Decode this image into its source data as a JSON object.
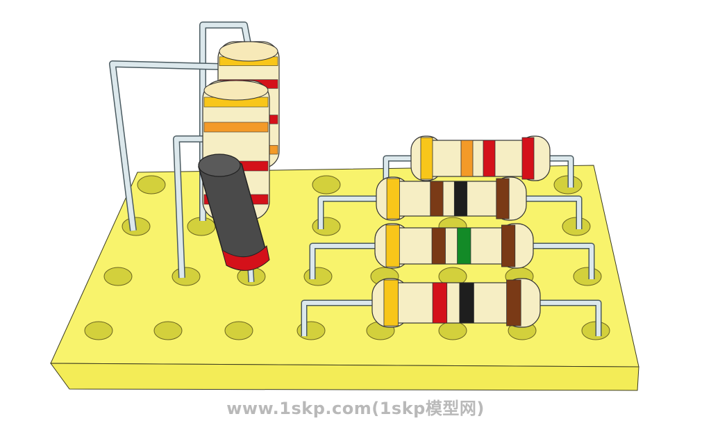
{
  "scene": {
    "board_color": "#f8f36c",
    "board_front_color": "#f3ec57",
    "board_side_color": "#efe34c",
    "hole_color": "#d3d03c",
    "lead_color": "#dce8ec",
    "body_color": "#f6eec4",
    "capacitor_color": "#4a4a4a",
    "capacitor_band": "#d4111a"
  },
  "resistors": [
    {
      "name": "top-horizontal",
      "bands": [
        "#f8c61a",
        "#f39a28",
        "#d4111a",
        "#d4111a"
      ]
    },
    {
      "name": "row-1",
      "bands": [
        "#f8c61a",
        "#7a3a16",
        "#1e1e1e",
        "#7a3a16"
      ]
    },
    {
      "name": "row-2",
      "bands": [
        "#f8c61a",
        "#7a3a16",
        "#138a27",
        "#7a3a16"
      ]
    },
    {
      "name": "row-3",
      "bands": [
        "#f8c61a",
        "#d4111a",
        "#1e1e1e",
        "#7a3a16"
      ]
    },
    {
      "name": "vertical-back",
      "bands": [
        "#f8c61a",
        "#d4111a",
        "#d4111a",
        "#f39a28"
      ]
    },
    {
      "name": "vertical-front",
      "bands": [
        "#f8c61a",
        "#f39a28",
        "#d4111a",
        "#d4111a"
      ]
    }
  ],
  "watermark": "www.1skp.com(1skp模型网)"
}
